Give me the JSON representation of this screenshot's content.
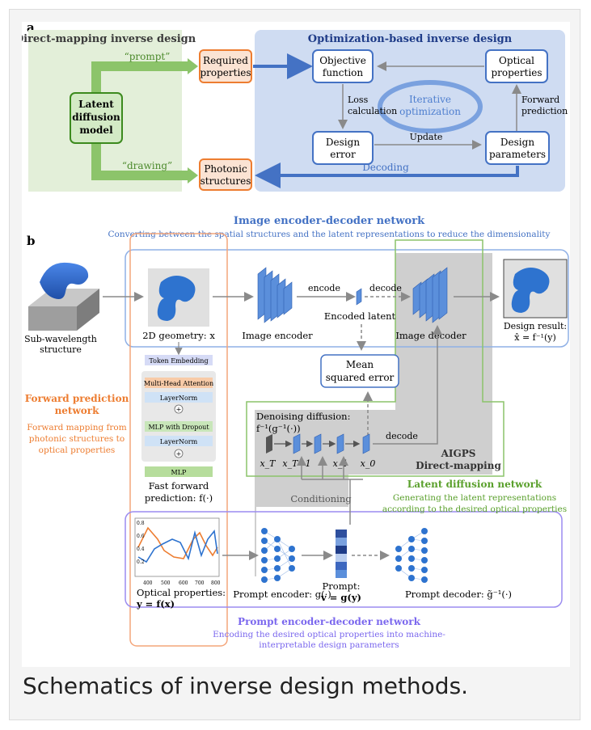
{
  "caption": "Schematics of inverse design methods.",
  "panel_a": {
    "label": "a",
    "direct_title": "Direct-mapping inverse design",
    "opt_title": "Optimization-based inverse design",
    "latent_model": [
      "Latent",
      "diffusion",
      "model"
    ],
    "prompt_label": "“prompt”",
    "drawing_label": "“drawing”",
    "required_properties": [
      "Required",
      "properties"
    ],
    "photonic_structures": [
      "Photonic",
      "structures"
    ],
    "objective_function": [
      "Objective",
      "function"
    ],
    "optical_properties": [
      "Optical",
      "properties"
    ],
    "iterative": [
      "Iterative",
      "optimization"
    ],
    "loss_calc": [
      "Loss",
      "calculation"
    ],
    "forward_pred": [
      "Forward",
      "prediction"
    ],
    "design_error": [
      "Design",
      "error"
    ],
    "update": "Update",
    "design_parameters": [
      "Design",
      "parameters"
    ],
    "decoding": "Decoding"
  },
  "panel_b": {
    "label": "b",
    "ied_title": "Image encoder-decoder network",
    "ied_subtitle": "Converting between the spatial structures and the latent representations to reduce the dimensionality",
    "subwavelength": [
      "Sub-wavelength",
      "structure"
    ],
    "geometry": "2D geometry: x",
    "image_encoder": "Image encoder",
    "encode": "encode",
    "decode": "decode",
    "encoded_latent": "Encoded latent",
    "image_decoder": "Image decoder",
    "design_result": [
      "Design result:",
      "x̂ = f⁻¹(y)"
    ],
    "mse": [
      "Mean",
      "squared error"
    ],
    "forward_title": [
      "Forward prediction",
      "network"
    ],
    "forward_sub": [
      "Forward mapping from",
      "photonic structures to",
      "optical properties"
    ],
    "token_embedding": "Token Embedding",
    "mha": "Multi-Head Attention",
    "layernorm": "LayerNorm",
    "mlp_dropout": "MLP with Dropout",
    "mlp": "MLP",
    "fast_forward": [
      "Fast forward",
      "prediction: f(·)"
    ],
    "denoising": [
      "Denoising diffusion:",
      "f⁻¹(g⁻¹(·))"
    ],
    "xs": [
      "x_T",
      "x_T−1",
      "x_1",
      "x_0"
    ],
    "decode2": "decode",
    "aigps": [
      "AIGPS",
      "Direct-mapping"
    ],
    "conditioning": "Conditioning",
    "ldn_title": "Latent diffusion network",
    "ldn_sub": [
      "Generating the latent representations",
      "according to the desired optical properties"
    ],
    "optical_props": [
      "Optical properties:",
      "y = f(x)"
    ],
    "prompt_encoder": "Prompt encoder: g(·)",
    "prompt": [
      "Prompt:",
      "v = g(y)"
    ],
    "prompt_decoder": "Prompt decoder: g̃⁻¹(·)",
    "ped_title": "Prompt encoder-decoder network",
    "ped_sub": [
      "Encoding the desired optical properties into machine-",
      "interpretable design parameters"
    ],
    "plot_ticks_x": [
      "400",
      "500",
      "600",
      "700",
      "800"
    ],
    "plot_ticks_y": [
      "0.8",
      "0.6",
      "0.4",
      "0.2"
    ]
  },
  "colors": {
    "green": "#5aa02c",
    "blue": "#4472c4",
    "orange": "#ed7d31",
    "purple": "#7b68ee"
  }
}
